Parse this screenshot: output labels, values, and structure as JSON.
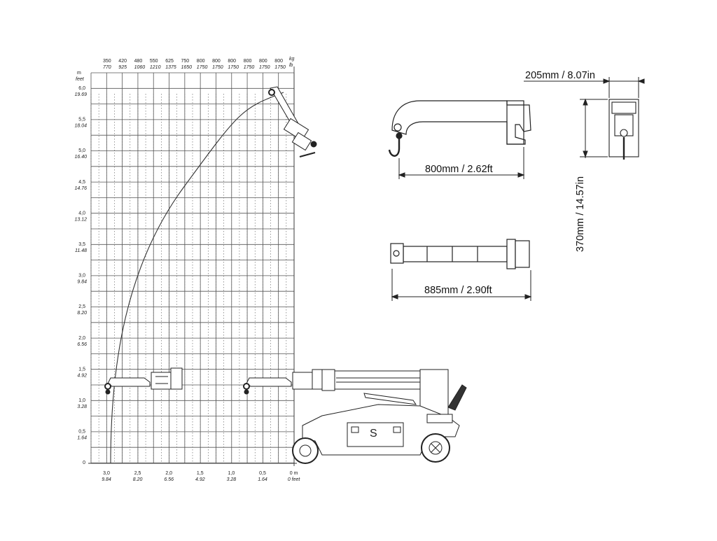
{
  "load_chart": {
    "top_unit_kg": "kg",
    "top_unit_lb": "lb",
    "top_labels": [
      {
        "kg": "350",
        "lb": "770"
      },
      {
        "kg": "420",
        "lb": "925"
      },
      {
        "kg": "480",
        "lb": "1060"
      },
      {
        "kg": "550",
        "lb": "1210"
      },
      {
        "kg": "625",
        "lb": "1375"
      },
      {
        "kg": "750",
        "lb": "1650"
      },
      {
        "kg": "800",
        "lb": "1750"
      },
      {
        "kg": "800",
        "lb": "1750"
      },
      {
        "kg": "800",
        "lb": "1750"
      },
      {
        "kg": "800",
        "lb": "1750"
      },
      {
        "kg": "800",
        "lb": "1750"
      },
      {
        "kg": "800",
        "lb": "1750"
      }
    ],
    "y_unit_m": "m",
    "y_unit_ft": "feet",
    "y_labels": [
      {
        "m": "6,0",
        "ft": "19.69"
      },
      {
        "m": "5,5",
        "ft": "18.04"
      },
      {
        "m": "5,0",
        "ft": "16.40"
      },
      {
        "m": "4,5",
        "ft": "14.76"
      },
      {
        "m": "4,0",
        "ft": "13.12"
      },
      {
        "m": "3,5",
        "ft": "11.48"
      },
      {
        "m": "3,0",
        "ft": "9.84"
      },
      {
        "m": "2,5",
        "ft": "8.20"
      },
      {
        "m": "2,0",
        "ft": "6.56"
      },
      {
        "m": "1,5",
        "ft": "4.92"
      },
      {
        "m": "1,0",
        "ft": "3.28"
      },
      {
        "m": "0,5",
        "ft": "1.64"
      },
      {
        "m": "0",
        "ft": ""
      }
    ],
    "x_labels": [
      {
        "m": "3,0",
        "ft": "9.84"
      },
      {
        "m": "2,5",
        "ft": "8.20"
      },
      {
        "m": "2,0",
        "ft": "6.56"
      },
      {
        "m": "1,5",
        "ft": "4.92"
      },
      {
        "m": "1,0",
        "ft": "3.28"
      },
      {
        "m": "0,5",
        "ft": "1.64"
      },
      {
        "m": "0 m",
        "ft": "0 feet"
      }
    ]
  },
  "dimensions": {
    "jib_length": "800mm / 2.62ft",
    "jib_top_length": "885mm / 2.90ft",
    "width": "205mm / 8.07in",
    "height": "370mm / 14.57in"
  }
}
